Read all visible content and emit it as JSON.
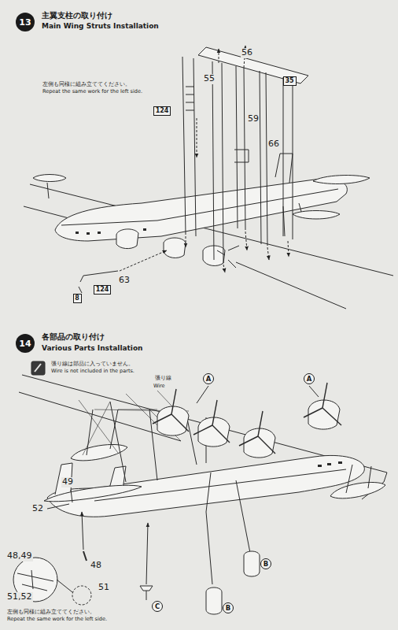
{
  "diagram": {
    "nodes": [
      {
        "text": [
          "13"
        ]
      },
      {
        "text": [
          "35"
        ]
      },
      {
        "text": [
          "124"
        ]
      },
      {
        "text": [
          "124"
        ]
      },
      {
        "text": [
          "8"
        ]
      },
      {
        "text": [
          "14"
        ]
      },
      {
        "text": [
          "A"
        ]
      },
      {
        "text": [
          "A"
        ]
      },
      {
        "text": [
          "B"
        ]
      },
      {
        "text": [
          "B"
        ]
      },
      {
        "text": [
          "C"
        ]
      }
    ],
    "labels": [
      "主翼支柱の取り付け",
      "Main Wing Struts Installation",
      "左側も同様に組み立ててください。",
      "Repeat the same work for the left side.",
      "56",
      "55",
      "59",
      "66",
      "63",
      "各部品の取り付け",
      "Various Parts Installation",
      "張り線は部品に入っていません。",
      "Wire is not included in the parts.",
      "張り線",
      "Wire",
      "49",
      "52",
      "48,49",
      "48",
      "51,52",
      "51",
      "左側も同様に組み立ててください。",
      "Repeat the same work for the left side."
    ]
  }
}
